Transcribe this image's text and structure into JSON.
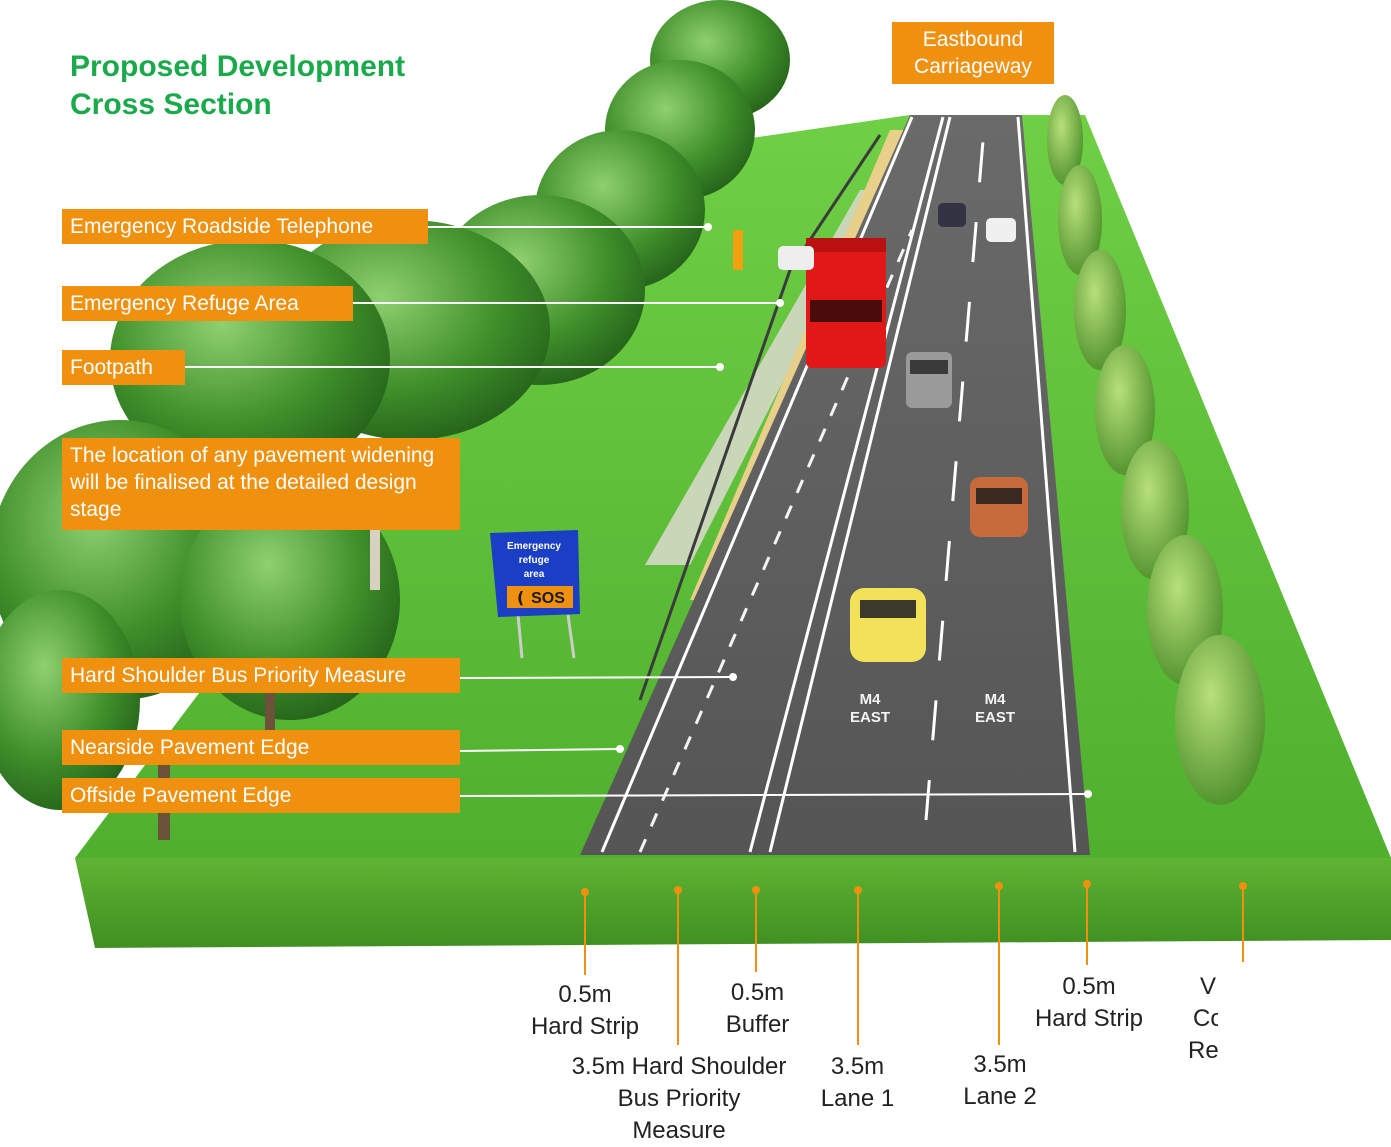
{
  "title": {
    "line1": "Proposed Development",
    "line2": "Cross Section"
  },
  "carriageway_label": {
    "line1": "Eastbound",
    "line2": "Carriageway"
  },
  "callouts": {
    "telephone": "Emergency Roadside Telephone",
    "refuge": "Emergency Refuge Area",
    "footpath": "Footpath",
    "note": "The location of any pavement widening will be finalised at the detailed design stage",
    "hard_shoulder": "Hard Shoulder Bus Priority Measure",
    "nearside": "Nearside Pavement Edge",
    "offside": "Offside Pavement Edge"
  },
  "road_sign": {
    "line1": "Emergency",
    "line2": "refuge",
    "line3": "area",
    "sos": "SOS"
  },
  "road_markings": {
    "lane1_top": "M4",
    "lane1_bottom": "EAST",
    "lane2_top": "M4",
    "lane2_bottom": "EAST"
  },
  "dimensions": {
    "hard_strip_left": {
      "width": "0.5m",
      "name": "Hard Strip"
    },
    "hard_shoulder": {
      "width": "3.5m Hard Shoulder",
      "line2": "Bus Priority",
      "line3": "Measure"
    },
    "buffer": {
      "width": "0.5m",
      "name": "Buffer"
    },
    "lane1": {
      "width": "3.5m",
      "name": "Lane 1"
    },
    "lane2": {
      "width": "3.5m",
      "name": "Lane 2"
    },
    "hard_strip_right": {
      "width": "0.5m",
      "name": "Hard Strip"
    },
    "verge_partial": {
      "line1": "V",
      "line2": "Co",
      "line3": "Re"
    }
  },
  "colors": {
    "accent_orange": "#f0900f",
    "title_green": "#1aaa4b",
    "bus_red": "#e01818",
    "sign_blue": "#1a3fc4",
    "grass": "#5cc23a",
    "road": "#5a5a5a"
  }
}
